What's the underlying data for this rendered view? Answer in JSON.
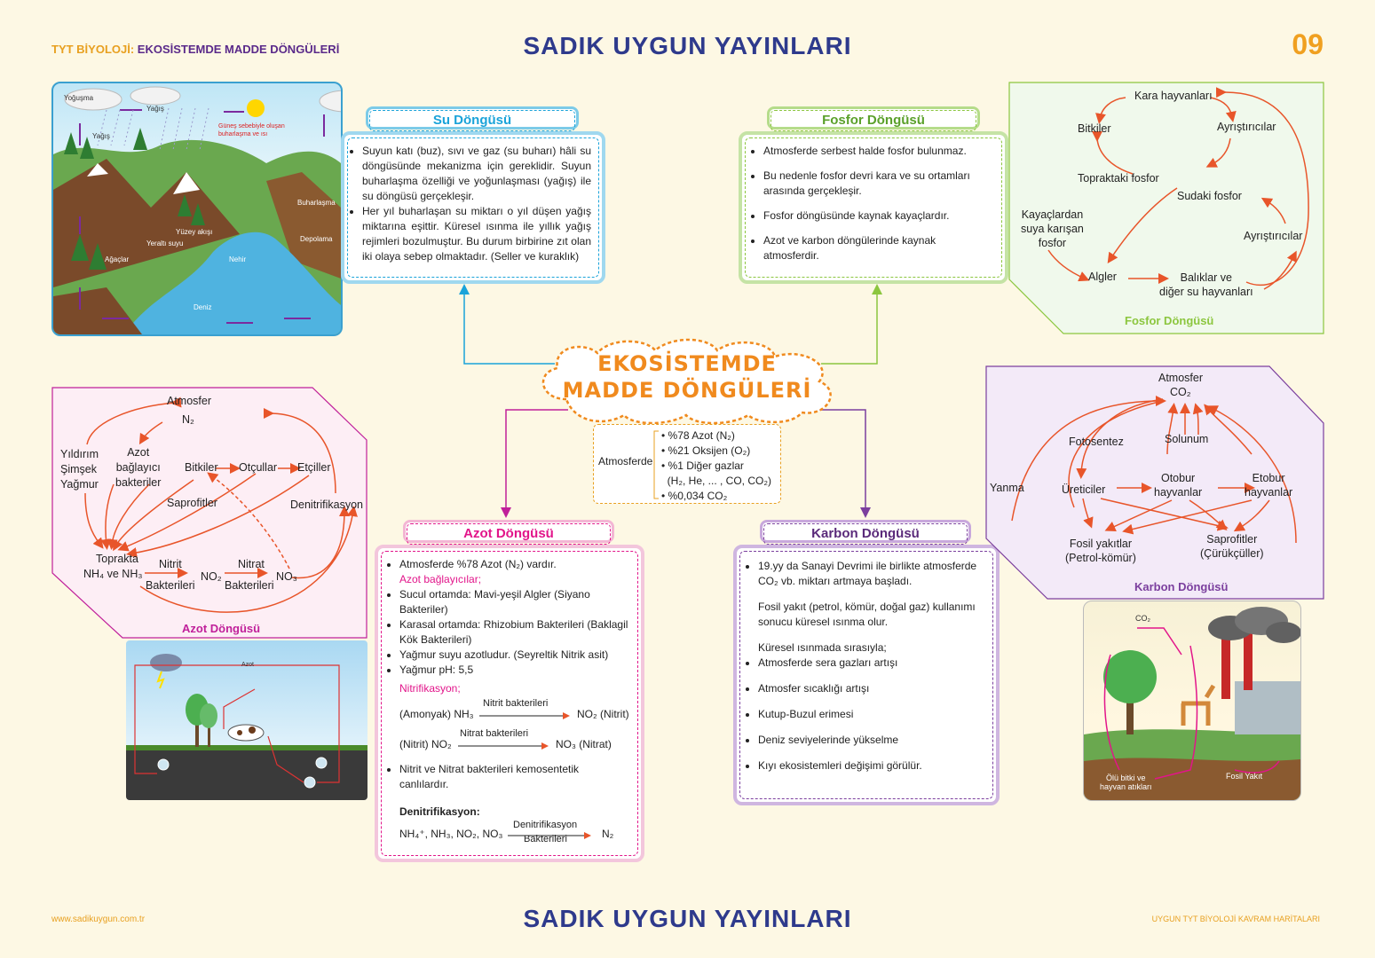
{
  "header": {
    "left_prefix": "TYT BİYOLOJİ:",
    "left_title": "EKOSİSTEMDE MADDE DÖNGÜLERİ",
    "brand": "SADIK  UYGUN  YAYINLARI",
    "page_no": "09"
  },
  "footer": {
    "url": "www.sadikuygun.com.tr",
    "brand": "SADIK  UYGUN  YAYINLARI",
    "series": "UYGUN TYT BİYOLOJİ KAVRAM HARİTALARI"
  },
  "center": {
    "line1": "EKOSİSTEMDE",
    "line2": "MADDE DÖNGÜLERİ"
  },
  "atmosphere": {
    "label": "Atmosferde",
    "items": [
      "%78 Azot (N₂)",
      "%21 Oksijen (O₂)",
      "%1 Diğer gazlar",
      "(H₂, He, ... , CO, CO₂)",
      "%0,034 CO₂"
    ]
  },
  "su": {
    "title": "Su Döngüsü",
    "items": [
      "Suyun katı (buz), sıvı ve gaz (su buharı) hâli su döngüsünde mekanizma için gereklidir. Suyun buharlaşma özelliği ve yoğunlaşması (yağış) ile su döngüsü gerçekleşir.",
      "Her yıl buharlaşan su miktarı o yıl düşen yağış miktarına eşittir. Küresel ısınma ile yıllık yağış rejimleri bozulmuştur. Bu durum birbirine zıt olan iki olaya sebep olmaktadır. (Seller ve kuraklık)"
    ],
    "scene": {
      "yogusma": "Yoğuşma",
      "yagis1": "Yağış",
      "yagis2": "Yağış",
      "gunes": "Güneş sebebiyle oluşan buharlaşma ve ısı",
      "buharlasma": "Buharlaşma",
      "yuzey": "Yüzey akışı",
      "yeralti": "Yeraltı suyu",
      "depolama": "Depolama",
      "agaclar": "Ağaçlar",
      "nehir": "Nehir",
      "deniz": "Deniz"
    }
  },
  "fosfor": {
    "title": "Fosfor Döngüsü",
    "items": [
      "Atmosferde serbest halde fosfor bulunmaz.",
      "Bu nedenle fosfor devri kara ve su ortamları arasında gerçekleşir.",
      "Fosfor döngüsünde kaynak kayaçlardır.",
      "Azot ve karbon döngülerinde kaynak atmosferdir."
    ],
    "diagram": {
      "kara": "Kara hayvanları",
      "bitkiler": "Bitkiler",
      "ayr1": "Ayrıştırıcılar",
      "topraktaki": "Topraktaki fosfor",
      "sudaki": "Sudaki fosfor",
      "kayaclar": [
        "Kayaçlardan",
        "suya karışan",
        "fosfor"
      ],
      "ayr2": "Ayrıştırıcılar",
      "algler": "Algler",
      "baliklar": [
        "Balıklar ve",
        "diğer su hayvanları"
      ],
      "caption": "Fosfor Döngüsü"
    }
  },
  "azot": {
    "title": "Azot Döngüsü",
    "l1": "Atmosferde %78 Azot (N₂) vardır.",
    "sub1": "Azot bağlayıcılar;",
    "l2": "Sucul ortamda: Mavi-yeşil Algler (Siyano Bakteriler)",
    "l3": "Karasal ortamda: Rhizobium Bakterileri (Baklagil Kök Bakterileri)",
    "l4": "Yağmur suyu azotludur. (Seyreltik Nitrik asit)",
    "l5": "Yağmur pH: 5,5",
    "sub2": "Nitrifikasyon;",
    "r1a": "(Amonyak) NH₃",
    "r1b": "Nitrit bakterileri",
    "r1c": "NO₂ (Nitrit)",
    "r2a": "(Nitrit) NO₂",
    "r2b": "Nitrat bakterileri",
    "r2c": "NO₃ (Nitrat)",
    "l6": "Nitrit ve Nitrat bakterileri kemosentetik canlılardır.",
    "sub3": "Denitrifikasyon:",
    "r3a": "NH₄⁺, NH₃, NO₂, NO₃",
    "r3b": "Denitrifikasyon",
    "r3c": "Bakterileri",
    "r3d": "N₂",
    "diagram": {
      "atmosfer": "Atmosfer",
      "n2": "N₂",
      "yildirim": [
        "Yıldırım",
        "Şimşek",
        "Yağmur"
      ],
      "azot_bag": [
        "Azot",
        "bağlayıcı",
        "bakteriler"
      ],
      "bitkiler": "Bitkiler",
      "otcullar": "Otçullar",
      "etciller": "Etçiller",
      "saprofitler": "Saprofitler",
      "denitrifikasyon": "Denitrifikasyon",
      "toprakta": "Toprakta",
      "nh": "NH₄ ve NH₃",
      "nitrit": "Nitrit",
      "bakt1": "Bakterileri",
      "no2": "NO₂",
      "nitrat": "Nitrat",
      "bakt2": "Bakterileri",
      "no3": "NO₃",
      "caption": "Azot Döngüsü",
      "scene_azot": "Azot"
    }
  },
  "karbon": {
    "title": "Karbon Döngüsü",
    "items": [
      "19.yy da Sanayi Devrimi ile birlikte atmosferde CO₂ vb. miktarı artmaya başladı.",
      "Fosil yakıt (petrol, kömür, doğal gaz) kullanımı sonucu küresel ısınma olur.",
      "Küresel ısınmada sırasıyla;",
      "Atmosferde sera gazları artışı",
      "Atmosfer sıcaklığı artışı",
      "Kutup-Buzul erimesi",
      "Deniz seviyelerinde yükselme",
      "Kıyı ekosistemleri değişimi görülür."
    ],
    "diagram": {
      "atmosfer": "Atmosfer",
      "co2": "CO₂",
      "fotosentez": "Fotosentez",
      "solunum": "Solunum",
      "yanma": "Yanma",
      "ureticiler": "Üreticiler",
      "otobur": [
        "Otobur",
        "hayvanlar"
      ],
      "etobur": [
        "Etobur",
        "hayvanlar"
      ],
      "fosil": [
        "Fosil yakıtlar",
        "(Petrol-kömür)"
      ],
      "saprofitler": [
        "Saprofitler",
        "(Çürükçüller)"
      ],
      "caption": "Karbon Döngüsü"
    },
    "scene": {
      "co2": "CO₂",
      "olu": [
        "Ölü bitki ve",
        "hayvan atıkları"
      ],
      "fosil": "Fosil Yakıt"
    }
  },
  "colors": {
    "su": "#1aa3d9",
    "fosfor": "#8cc63f",
    "azot": "#e2158a",
    "karbon": "#7b3f9e",
    "orange": "#e8552a",
    "brand": "#2e3a8c"
  }
}
